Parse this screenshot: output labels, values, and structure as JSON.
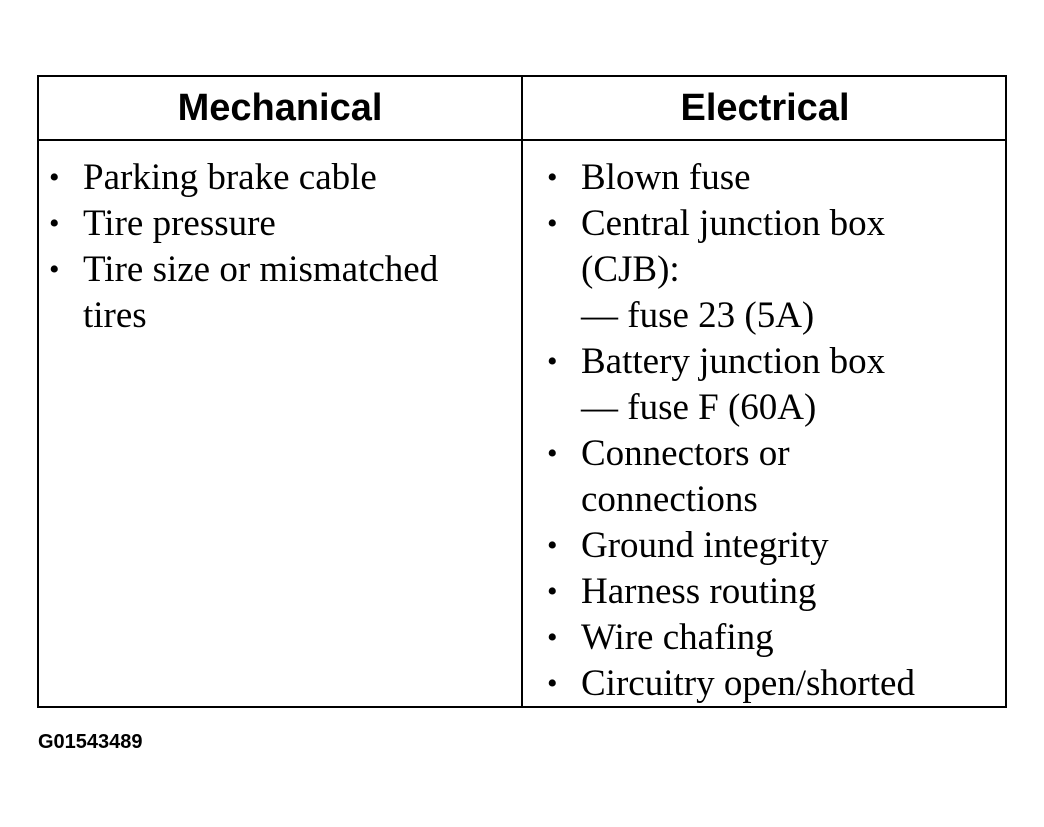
{
  "table": {
    "headers": {
      "mechanical": "Mechanical",
      "electrical": "Electrical"
    },
    "mechanical_items": [
      {
        "bullet": "•",
        "lines": [
          "Parking brake cable"
        ]
      },
      {
        "bullet": "•",
        "lines": [
          "Tire pressure"
        ]
      },
      {
        "bullet": "•",
        "lines": [
          "Tire size or mismatched",
          "tires"
        ]
      }
    ],
    "electrical_items": [
      {
        "bullet": "•",
        "lines": [
          "Blown fuse"
        ]
      },
      {
        "bullet": "•",
        "lines": [
          "Central junction box",
          "(CJB):"
        ],
        "sub": "— fuse 23 (5A)"
      },
      {
        "bullet": "•",
        "lines": [
          "Battery junction box"
        ],
        "sub": "— fuse F (60A)"
      },
      {
        "bullet": "•",
        "lines": [
          "Connectors or",
          "connections"
        ]
      },
      {
        "bullet": "•",
        "lines": [
          "Ground integrity"
        ]
      },
      {
        "bullet": "•",
        "lines": [
          "Harness routing"
        ]
      },
      {
        "bullet": "•",
        "lines": [
          "Wire chafing"
        ]
      },
      {
        "bullet": "•",
        "lines": [
          "Circuitry open/shorted"
        ]
      }
    ]
  },
  "figure_id": "G01543489"
}
